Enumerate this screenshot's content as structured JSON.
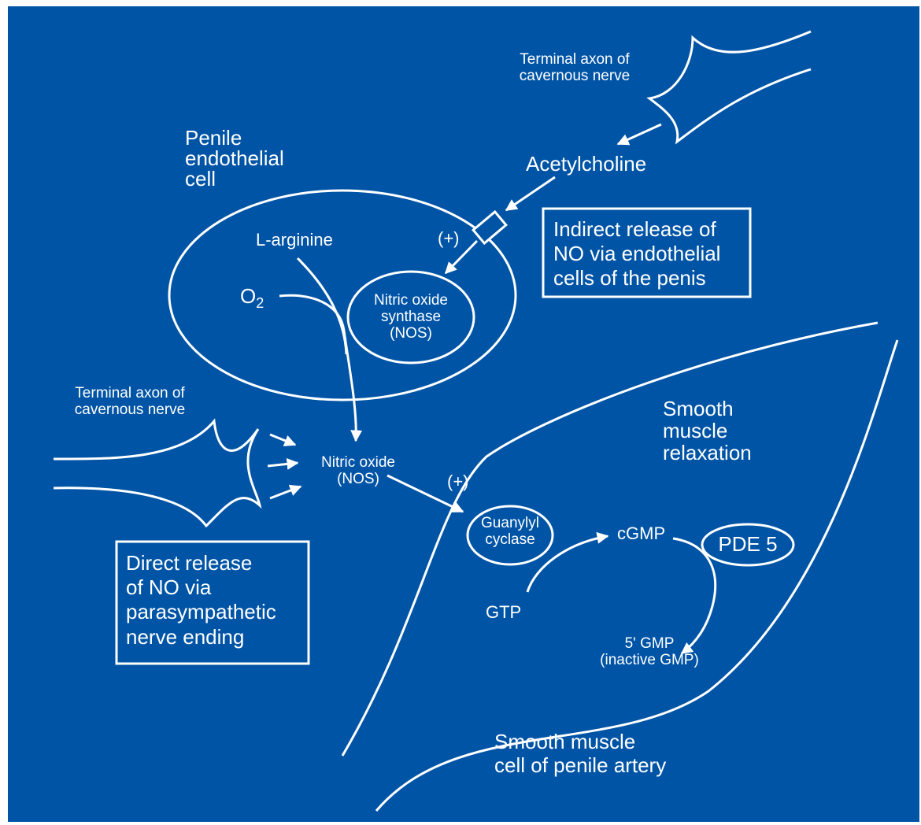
{
  "colors": {
    "background": "#0054a6",
    "stroke": "#ffffff"
  },
  "labels": {
    "nerve_top": "Terminal axon of\ncavernous nerve",
    "acetylcholine": "Acetylcholine",
    "endothelial_cell": "Penile\nendothelial\ncell",
    "plus_receptor": "(+)",
    "l_arginine": "L-arginine",
    "o2_main": "O",
    "o2_sub": "2",
    "nos_enzyme": "Nitric oxide\nsynthase\n(NOS)",
    "nerve_left": "Terminal axon of\ncavernous nerve",
    "nitric_oxide": "Nitric oxide\n(NOS)",
    "plus_guanylyl": "(+)",
    "smooth_relax": "Smooth\nmuscle\nrelaxation",
    "guanylyl": "Guanylyl\ncyclase",
    "cgmp": "cGMP",
    "pde5": "PDE 5",
    "gtp": "GTP",
    "gmp5": "5' GMP\n(inactive GMP)",
    "smooth_cell": "Smooth muscle\ncell of penile artery"
  },
  "boxes": {
    "indirect": "Indirect release of\nNO via endothelial\ncells of the penis",
    "direct": "Direct release\nof NO via\nparasympathetic\nnerve ending"
  }
}
